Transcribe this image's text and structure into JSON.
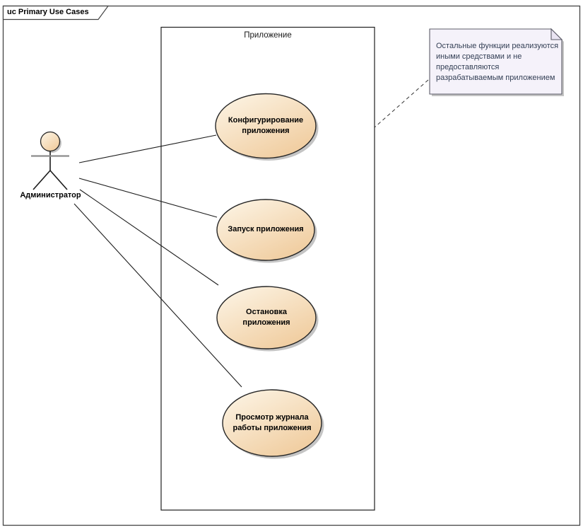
{
  "diagram": {
    "frame_title": "uc Primary Use Cases",
    "system_boundary": {
      "label": "Приложение"
    },
    "actor": {
      "label": "Администратор"
    },
    "use_cases": [
      {
        "label": "Конфигурирование приложения",
        "lines": [
          "Конфигурирование",
          "приложения"
        ]
      },
      {
        "label": "Запуск приложения",
        "lines": [
          "Запуск приложения"
        ]
      },
      {
        "label": "Остановка приложения",
        "lines": [
          "Остановка",
          "приложения"
        ]
      },
      {
        "label": "Просмотр журнала работы приложения",
        "lines": [
          "Просмотр журнала",
          "работы приложения"
        ]
      }
    ],
    "note": {
      "text": "Остальные функции реализуются иными средствами и не предоставляются разрабатываемым приложением",
      "lines": [
        "Остальные функции реализуются",
        "иными средствами и не",
        "предоставляются",
        "разрабатываемым приложением"
      ]
    }
  },
  "colors": {
    "ellipse_top": "#fdf6e8",
    "ellipse_bottom": "#f0cc9e",
    "node_stroke": "#262626",
    "shadow": "#c4c4c4",
    "note_bg": "#f5f2fa",
    "note_fold": "#e9e4f2",
    "note_stroke": "#5c5c68",
    "note_text": "#333f55",
    "line": "#1c1c1c",
    "frame_stroke": "#454545",
    "arm": "#8c8c8c"
  }
}
